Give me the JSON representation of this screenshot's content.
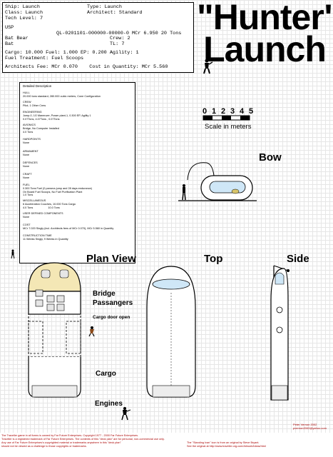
{
  "header": {
    "ship_line": "Ship: Launch",
    "type_line": "Type: Launch",
    "class_line": "Class: Launch",
    "architect_line": "Architect: Standard",
    "tech_line": "Tech Level: 7",
    "usp_label": "USP",
    "usp_line": "QL-0201101-000000-00000-0 MCr 6.950 20 Tons",
    "batbear_label": "Bat Bear",
    "crew_line": "Crew: 2",
    "bat_label": "Bat",
    "tl_line": "TL: 7",
    "cargo_line": "Cargo: 10.000 Fuel: 1.000 EP: 0.200 Agility: 1",
    "fuel_treatment_line": "Fuel Treatment: Fuel Scoops",
    "fees_line": "Architects Fee: MCr 0.070    Cost in Quantity: MCr 5.560"
  },
  "title": {
    "line1": "\"Hunter\"",
    "line2": "Launch"
  },
  "spec": {
    "heading": "Detailed Description",
    "hull_label": "HULL",
    "hull_text": "20.000 tons standard, 280.000 cubic meters, Cone Configuration",
    "crew_label": "CREW",
    "crew_text": "Pilot, 1 Other Crew",
    "engineering_label": "ENGINEERING",
    "engineering_text": "Jump-0, 1G Maneuver, Power plant-1, 0.300 EP, Agility 1\n0.07Tons, 4.07Tons , 0.07Tons",
    "avionics_label": "AVIONICS",
    "avionics_text": "Bridge, No Computer Installed\n4.0 Tons",
    "hardpoints_label": "HARDPOINTS",
    "hardpoints_text": "None",
    "armament_label": "ARMAMENT",
    "armament_text": "None",
    "defences_label": "DEFENCES",
    "defences_text": "None",
    "craft_label": "CRAFT",
    "craft_text": "None",
    "fuel_label": "FUEL",
    "fuel_text": "0.300 Tons Fuel (0 parsecs jump and 28 days endurance)\nOn Board Fuel Scoops, No Fuel Purification Plant\n1.0 Tons",
    "misc_label": "MISCELLANEOUS",
    "misc_text": "6 Acceleration Couches, 10.000 Tons Cargo\n4.0 Tons                    10.0 Tons",
    "udc_label": "USER DEFINED COMPONENTS",
    "udc_text": "None",
    "cost_label": "COST",
    "cost_text": "MCr 7.020 Singly (incl. Architects fees of MCr 0.070), MCr 5.560 in Quantity",
    "ctime_label": "CONSTRUCTION TIME",
    "ctime_text": "11 Weeks Singly, 9 Weeks in Quantity"
  },
  "scale": {
    "ticks": [
      "0",
      "1",
      "2",
      "3",
      "4",
      "5"
    ],
    "label": "Scale in meters"
  },
  "views": {
    "bow": "Bow",
    "plan": "Plan View",
    "top": "Top",
    "side": "Side",
    "bridge": "Bridge",
    "passangers": "Passangers",
    "cargo_door": "Cargo door open",
    "cargo": "Cargo",
    "engines": "Engines"
  },
  "credits": {
    "line1": "Peter Vernon 2002",
    "line2": "pvernon2002@yahoo.com"
  },
  "footer": {
    "left1": "The Traveller game in all forms is owned by Far Future Enterprises. Copyright 1977 - 2000 Far Future Enterprises.",
    "left2": "Traveller is a registered trademark of Far Future Enterprises. The contents of this \"deck plan\" are for personal, non-commercial use only.",
    "left3": "Any use of Far Future Enterprises's copyrighted material or trademarks anywhere in this \"deck plan\"",
    "left4": "should not be viewed as a challenge to those copyrights or trademarks.",
    "right1": "The \"Standing Ivan\" icon is from an original by Steve Bryant.",
    "right2": "See the original at http://www.traveller.org.com/Artwork/Ideas/html"
  }
}
